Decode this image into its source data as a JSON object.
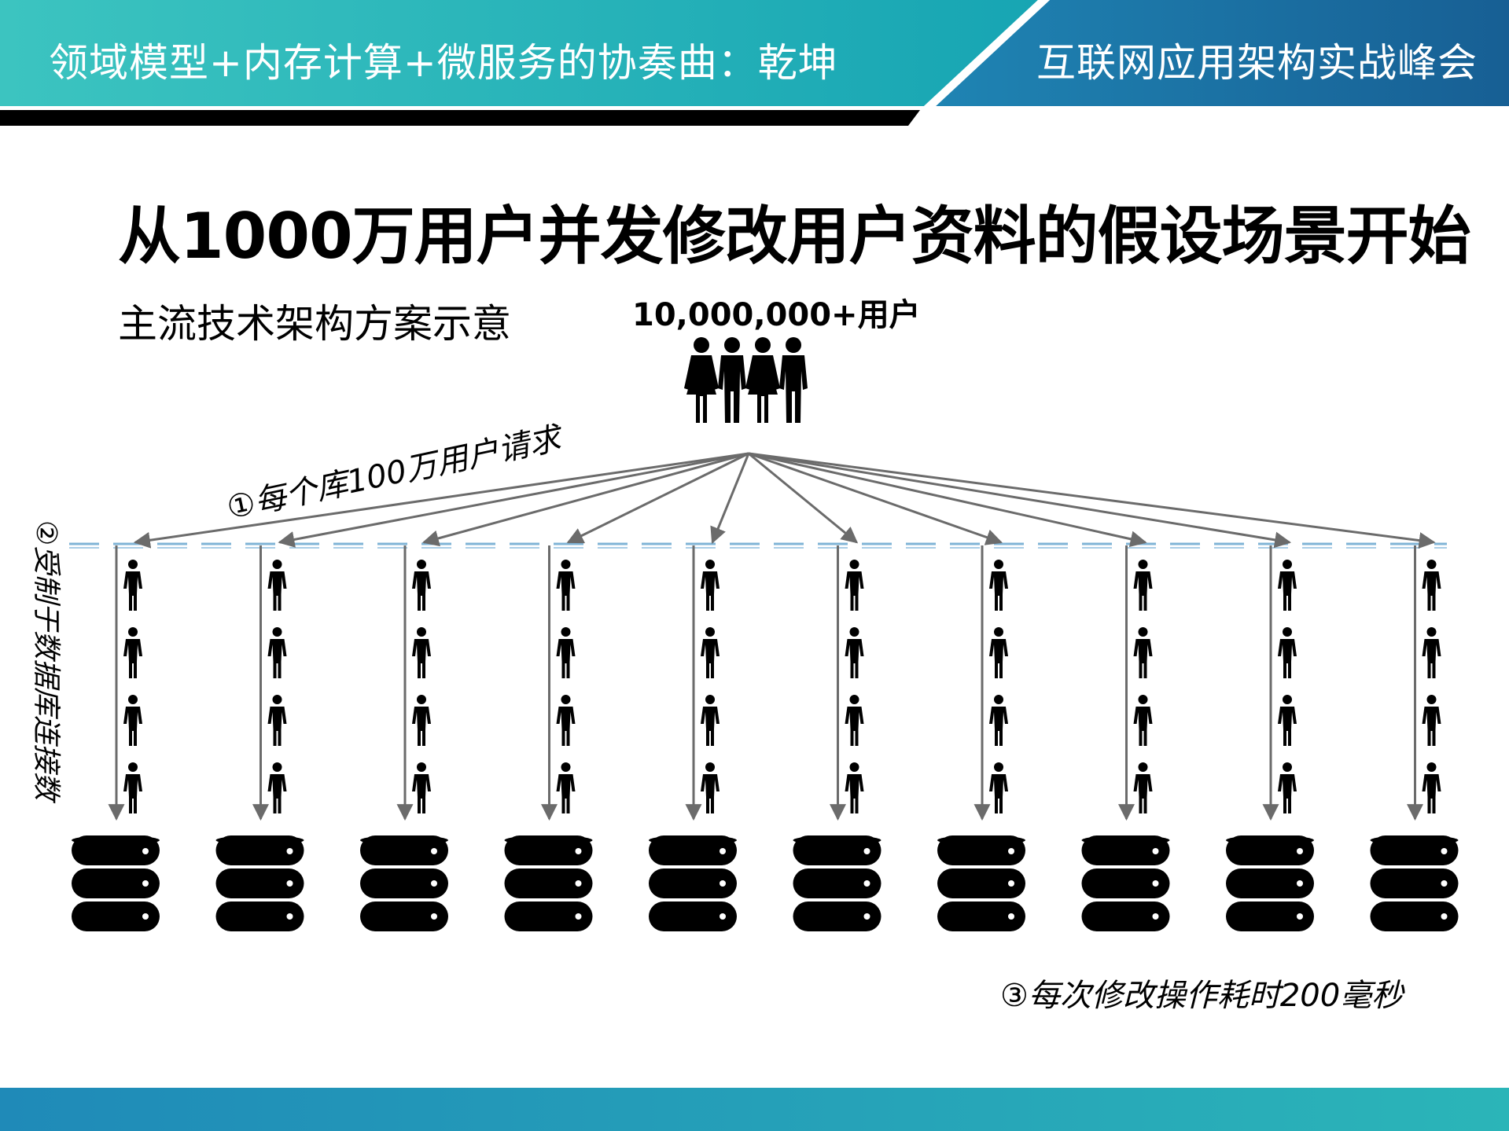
{
  "header": {
    "talk_title": "领域模型+内存计算+微服务的协奏曲：乾坤",
    "conference": "互联网应用架构实战峰会"
  },
  "slide": {
    "title": "从1000万用户并发修改用户资料的假设场景开始",
    "subtitle": "主流技术架构方案示意"
  },
  "diagram": {
    "user_count_label": "10,000,000+用户",
    "database_count": 10,
    "users_per_column_shown": 4,
    "annotations": {
      "requests_per_db": "①每个库100万用户请求",
      "connection_limit": "②受制于数据库连接数",
      "operation_time": "③每次修改操作耗时200毫秒"
    }
  },
  "colors": {
    "banner_teal": "#22b3b8",
    "banner_blue": "#1c6fa0",
    "dashed_line": "#7fb3d6",
    "arrow_gray": "#6b6b6b",
    "icon_black": "#000000"
  }
}
